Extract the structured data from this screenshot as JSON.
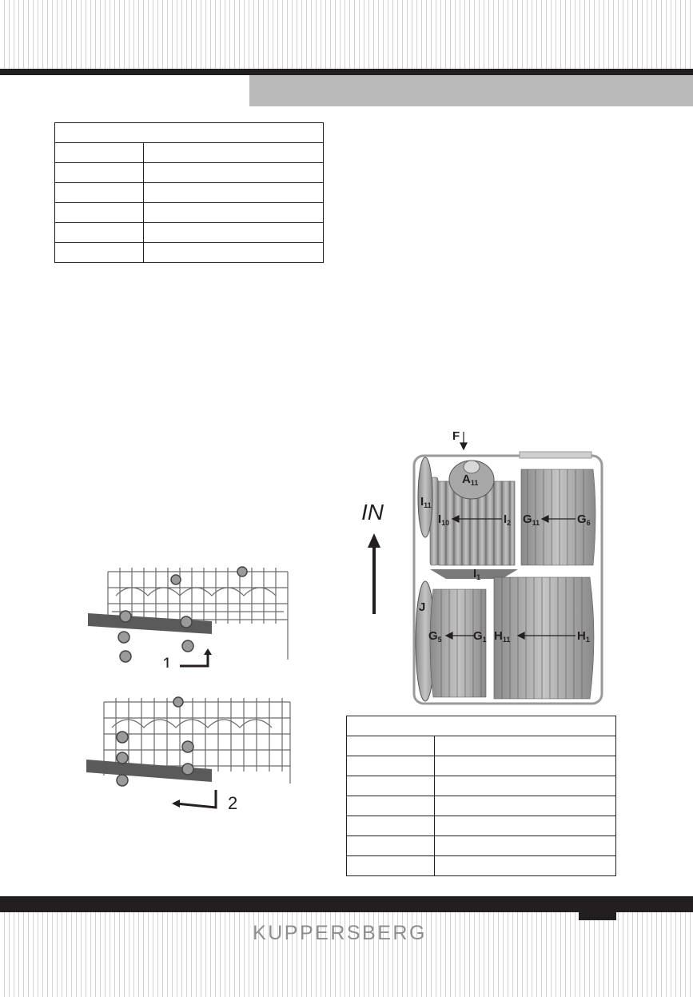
{
  "brand": {
    "name": "KUPPERSBERG"
  },
  "diagram": {
    "direction_label": "IN",
    "items": {
      "F": "F",
      "A": {
        "letter": "A",
        "sub": "11"
      },
      "I11": {
        "letter": "I",
        "sub": "11"
      },
      "I10": {
        "letter": "I",
        "sub": "10"
      },
      "I2": {
        "letter": "I",
        "sub": "2"
      },
      "I1": {
        "letter": "I",
        "sub": "1"
      },
      "G11": {
        "letter": "G",
        "sub": "11"
      },
      "G6": {
        "letter": "G",
        "sub": "6"
      },
      "J": "J",
      "G5": {
        "letter": "G",
        "sub": "5"
      },
      "G1": {
        "letter": "G",
        "sub": "1"
      },
      "H11": {
        "letter": "H",
        "sub": "11"
      },
      "H1": {
        "letter": "H",
        "sub": "1"
      }
    }
  },
  "steps": {
    "step1": "1",
    "step2": "2"
  },
  "colors": {
    "dark": "#231f20",
    "header_gray": "#b9b9b9",
    "brand_gray": "#8d8d8d",
    "stripe": "#d2d2d2",
    "plate": "#9a9a9a"
  }
}
